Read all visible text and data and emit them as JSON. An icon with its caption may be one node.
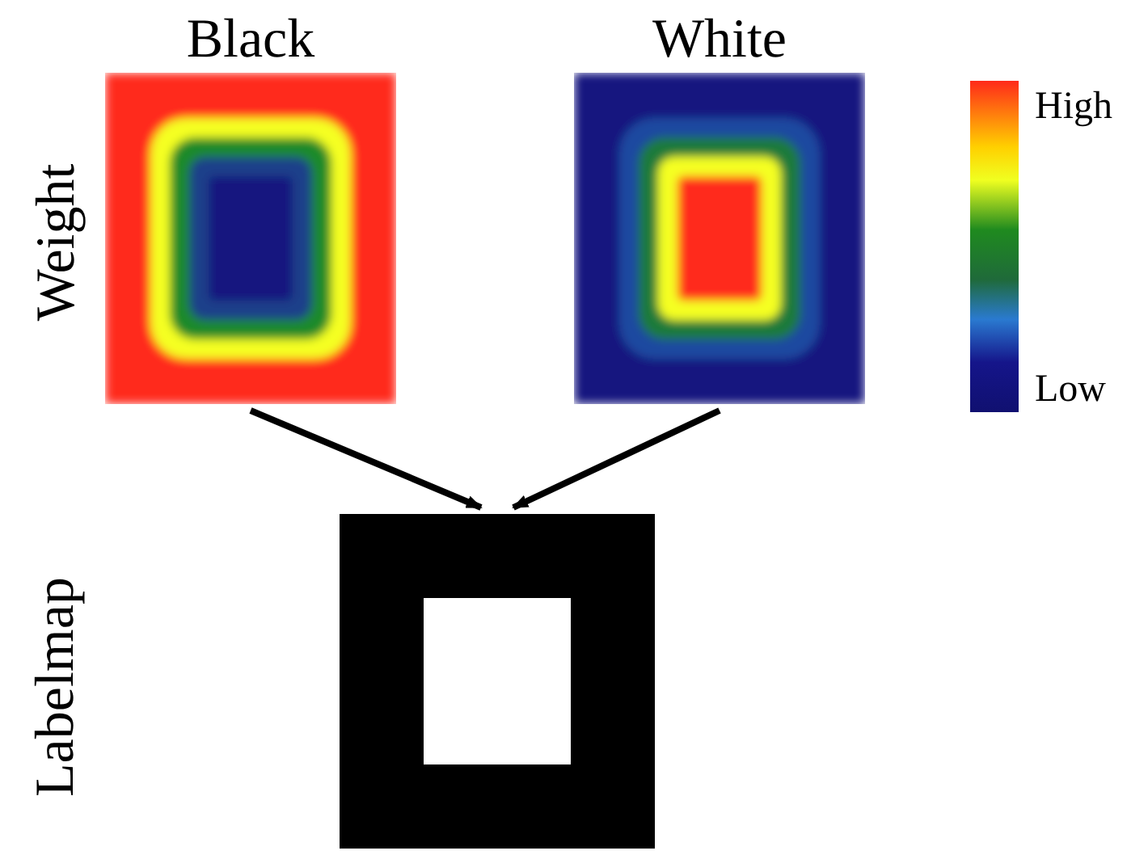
{
  "diagram": {
    "nodes": [
      {
        "text": [
          "Black"
        ]
      },
      {
        "text": [
          "White"
        ]
      },
      {
        "text": [],
        "shape": "box"
      },
      {
        "text": [],
        "shape": "bar",
        "beside": [
          "High",
          "Low"
        ]
      }
    ],
    "edges": [
      {
        "from": 0,
        "to": 2,
        "arrow": "to"
      },
      {
        "from": 1,
        "to": 2,
        "arrow": "to"
      }
    ],
    "labels": [
      "Weight",
      "Labelmap"
    ]
  }
}
